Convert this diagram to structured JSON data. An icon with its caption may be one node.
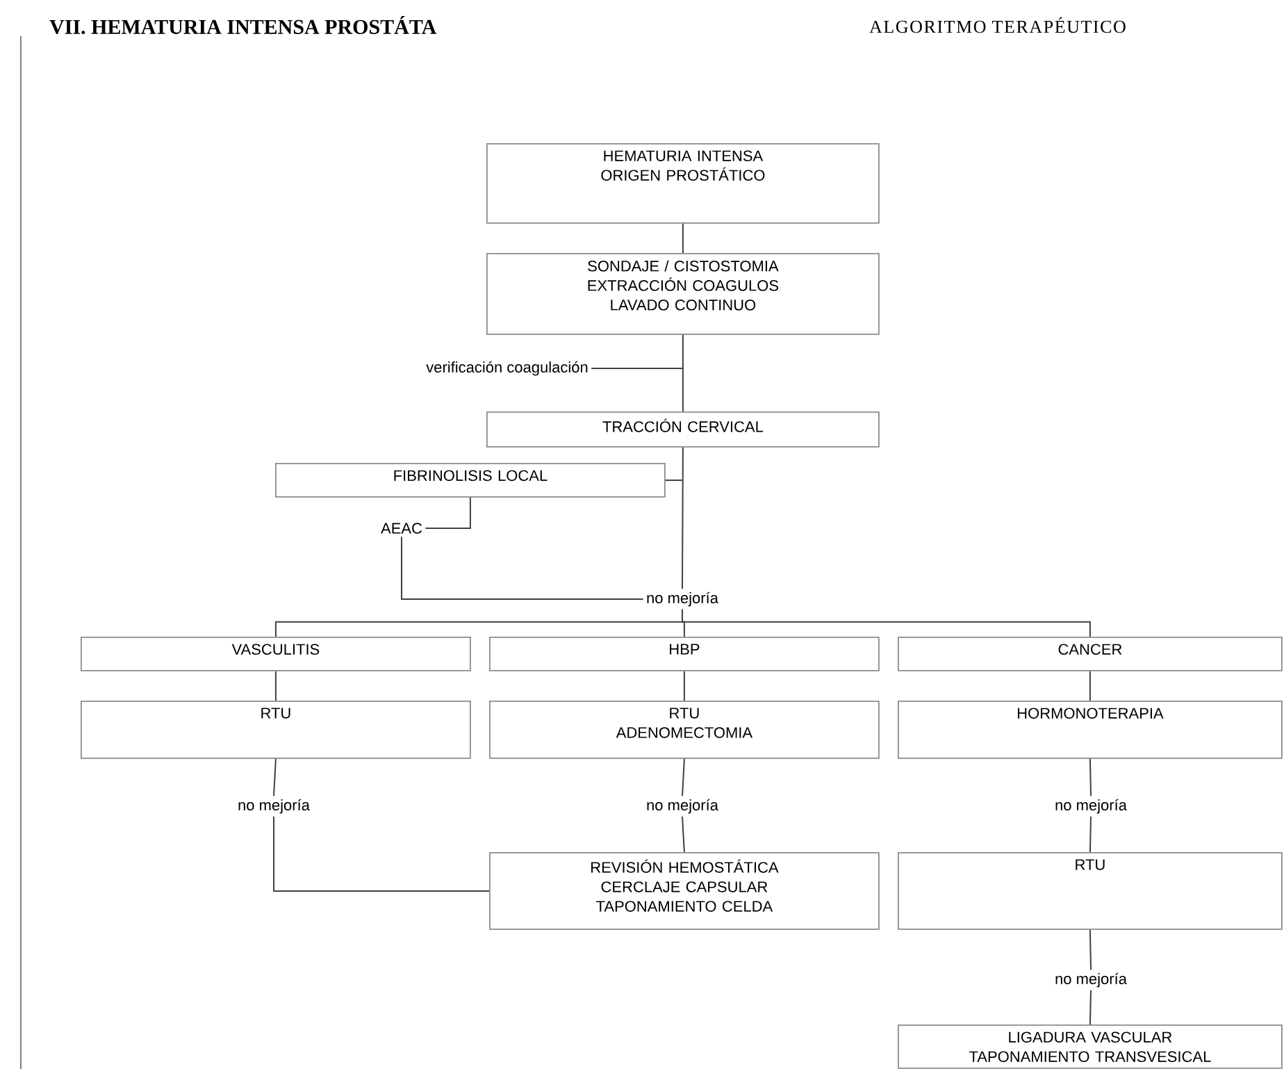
{
  "diagram": {
    "title": "VII. HEMATURIA INTENSA PROSTÁTA",
    "nodes": [
      {
        "text": [
          "HEMATURIA INTENSA ORIGEN PROSTÁTICO"
        ]
      },
      {
        "text": [
          "SONDAJE / CISTOSTOMIA EXTRACCIÓN COAGULOS LAVADO CONTINUO"
        ]
      },
      {
        "text": [
          "verificación coagulación"
        ]
      },
      {
        "text": [
          "TRACCIÓN CERVICAL"
        ]
      },
      {
        "text": [
          "FIBRINOLISIS LOCAL"
        ]
      },
      {
        "text": [
          "AEAC"
        ]
      },
      {
        "text": [
          "no mejoría"
        ]
      },
      {
        "text": [
          "VASCULITIS"
        ]
      },
      {
        "text": [
          "HBP"
        ]
      },
      {
        "text": [
          "CANCER"
        ]
      },
      {
        "text": [
          "RTU"
        ]
      },
      {
        "text": [
          "RTU ADENOMECTOMIA"
        ]
      },
      {
        "text": [
          "HORMONOTERAPIA"
        ]
      },
      {
        "text": [
          "no mejoría"
        ]
      },
      {
        "text": [
          "no mejoría"
        ]
      },
      {
        "text": [
          "no mejoría"
        ]
      },
      {
        "text": [
          "REVISIÓN HEMOSTÁTICA CERCLAJE CAPSULAR TAPONAMIENTO CELDA"
        ]
      },
      {
        "text": [
          "RTU"
        ]
      },
      {
        "text": [
          "no mejoría"
        ]
      },
      {
        "text": [
          "LIGADURA VASCULAR TAPONAMIENTO TRANSVESICAL"
        ]
      }
    ],
    "edges": [
      {
        "from": 0,
        "to": 1,
        "arrow": "none"
      },
      {
        "from": 1,
        "to": 3,
        "arrow": "none"
      },
      {
        "from": 2,
        "to": null,
        "arrow": "none"
      },
      {
        "from": 3,
        "to": 6,
        "arrow": "none"
      },
      {
        "from": 4,
        "to": null,
        "arrow": "none"
      },
      {
        "from": 4,
        "to": 5,
        "arrow": "none"
      },
      {
        "from": 5,
        "to": 6,
        "arrow": "none"
      },
      {
        "from": 6,
        "to": 7,
        "arrow": "none"
      },
      {
        "from": 6,
        "to": 8,
        "arrow": "none"
      },
      {
        "from": 6,
        "to": 9,
        "arrow": "none"
      },
      {
        "from": 7,
        "to": 10,
        "arrow": "none"
      },
      {
        "from": 8,
        "to": 11,
        "arrow": "none"
      },
      {
        "from": 9,
        "to": 12,
        "arrow": "none"
      },
      {
        "from": 10,
        "to": 13,
        "arrow": "none"
      },
      {
        "from": 11,
        "to": 14,
        "arrow": "none"
      },
      {
        "from": 12,
        "to": 15,
        "arrow": "none"
      },
      {
        "from": 13,
        "to": 16,
        "arrow": "none"
      },
      {
        "from": 14,
        "to": 16,
        "arrow": "none"
      },
      {
        "from": 15,
        "to": 17,
        "arrow": "none"
      },
      {
        "from": 17,
        "to": 18,
        "arrow": "none"
      },
      {
        "from": 18,
        "to": 19,
        "arrow": "none"
      }
    ],
    "labels": [
      "ALGORITMO TERAPÉUTICO"
    ]
  }
}
